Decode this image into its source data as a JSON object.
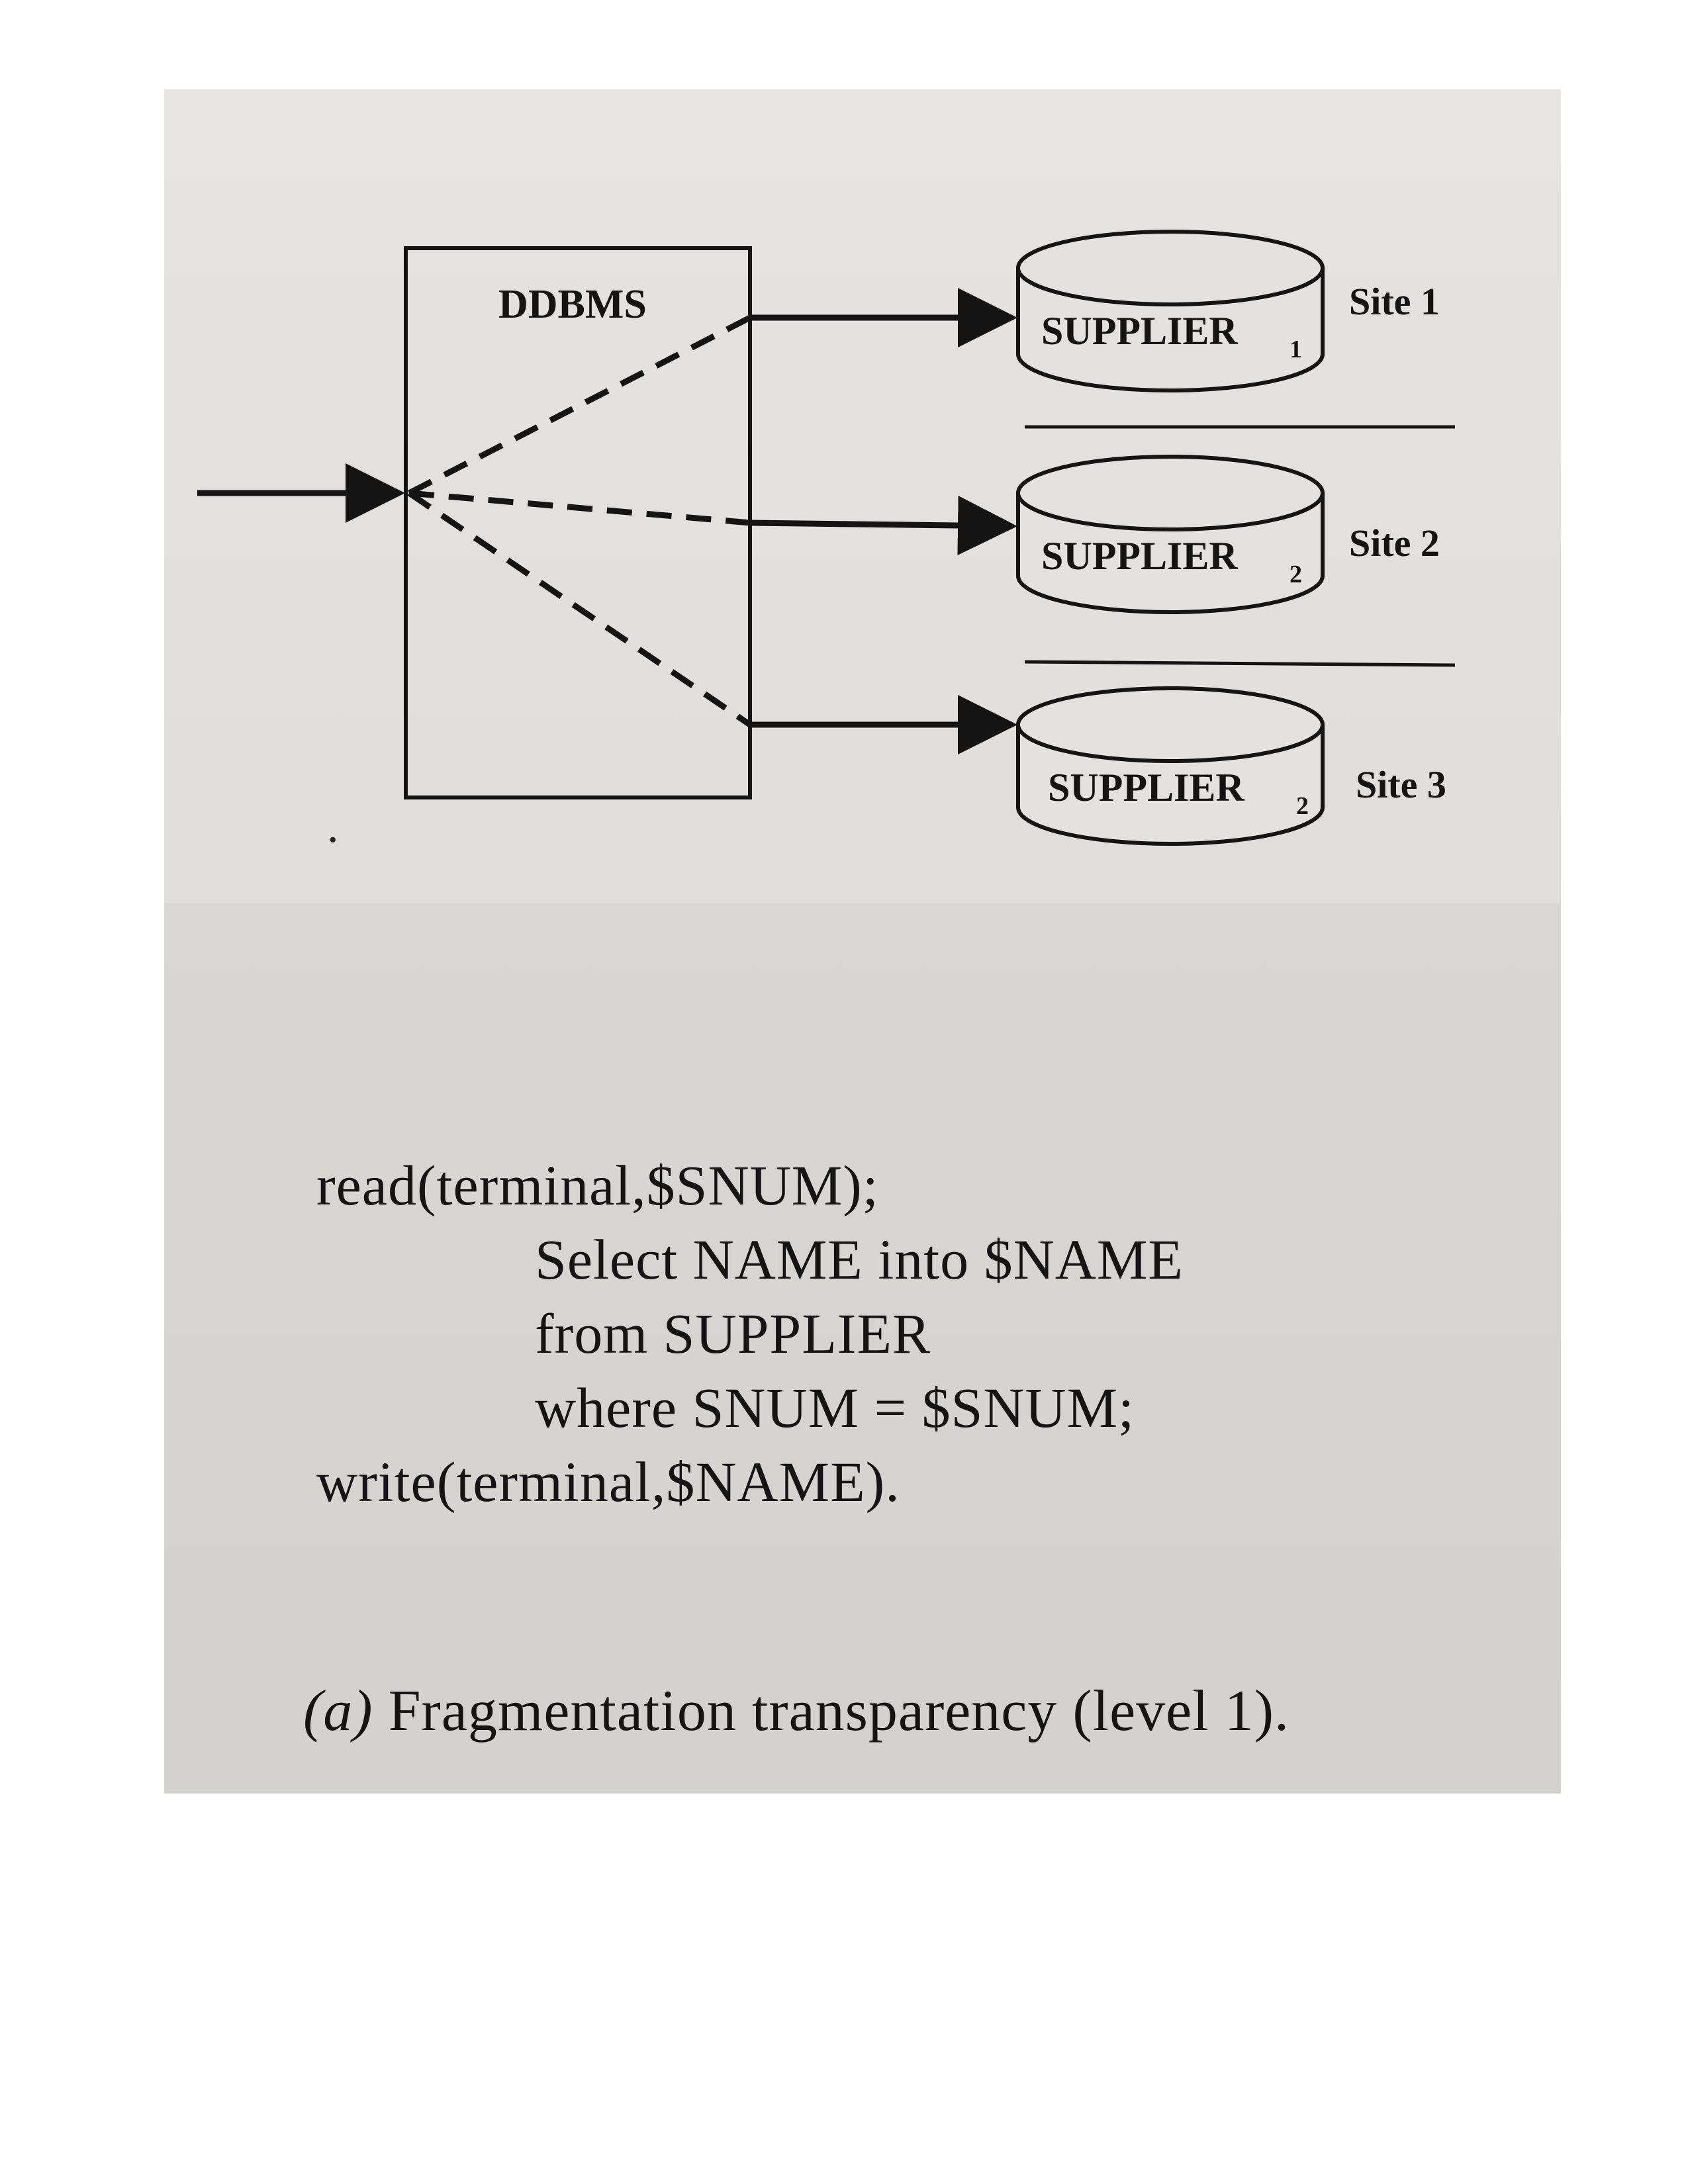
{
  "diagram": {
    "system_label": "DDBMS",
    "databases": [
      {
        "name": "SUPPLIER",
        "subscript": "1",
        "site": "Site 1"
      },
      {
        "name": "SUPPLIER",
        "subscript": "2",
        "site": "Site 2"
      },
      {
        "name": "SUPPLIER",
        "subscript": "2",
        "site": "Site 3"
      }
    ]
  },
  "code": {
    "line1": "read(terminal,$SNUM);",
    "line2": "Select NAME into $NAME",
    "line3": "from SUPPLIER",
    "line4": "where SNUM = $SNUM;",
    "line5": "write(terminal,$NAME)."
  },
  "caption": {
    "label": "(a)",
    "text": "Fragmentation transparency (level 1)."
  },
  "colors": {
    "ink": "#141414",
    "paper": "#e2e0de",
    "page": "#ffffff"
  }
}
